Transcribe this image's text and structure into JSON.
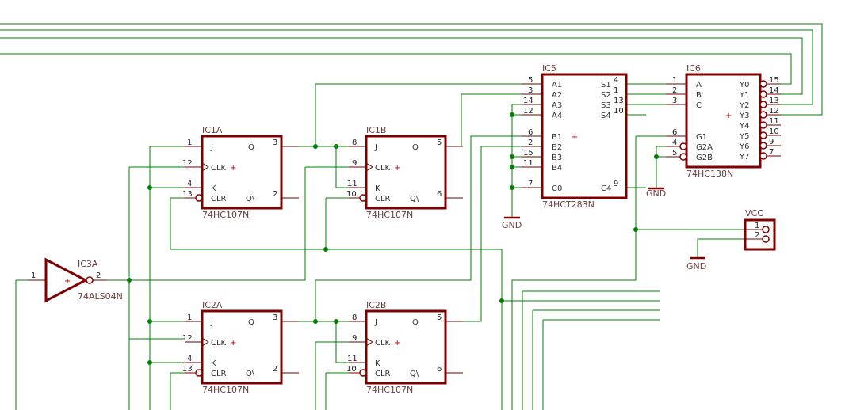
{
  "colors": {
    "wire": "#008000",
    "component": "#800000",
    "text": "#333333"
  },
  "chips": {
    "ic1a": {
      "name": "IC1A",
      "value": "74HC107N",
      "pins": [
        "J",
        "CLK",
        "K",
        "CLR",
        "Q",
        "Q\\"
      ],
      "pin_numbers": [
        "1",
        "12",
        "4",
        "13",
        "3",
        "2"
      ]
    },
    "ic1b": {
      "name": "IC1B",
      "value": "74HC107N",
      "pins": [
        "J",
        "CLK",
        "K",
        "CLR",
        "Q",
        "Q\\"
      ],
      "pin_numbers": [
        "8",
        "9",
        "11",
        "10",
        "5",
        "6"
      ]
    },
    "ic2a": {
      "name": "IC2A",
      "value": "74HC107N",
      "pins": [
        "J",
        "CLK",
        "K",
        "CLR",
        "Q",
        "Q\\"
      ],
      "pin_numbers": [
        "1",
        "12",
        "4",
        "13",
        "3",
        "2"
      ]
    },
    "ic2b": {
      "name": "IC2B",
      "value": "74HC107N",
      "pins": [
        "J",
        "CLK",
        "K",
        "CLR",
        "Q",
        "Q\\"
      ],
      "pin_numbers": [
        "8",
        "9",
        "11",
        "10",
        "5",
        "6"
      ]
    },
    "ic3a": {
      "name": "IC3A",
      "value": "74ALS04N",
      "pin_numbers": [
        "1",
        "2"
      ]
    },
    "ic5": {
      "name": "IC5",
      "value": "74HCT283N",
      "left_pins": [
        "A1",
        "A2",
        "A3",
        "A4",
        "B1",
        "B2",
        "B3",
        "B4",
        "C0"
      ],
      "left_numbers": [
        "5",
        "3",
        "14",
        "12",
        "6",
        "2",
        "15",
        "11",
        "7"
      ],
      "right_pins": [
        "S1",
        "S2",
        "S3",
        "S4",
        "C4"
      ],
      "right_numbers": [
        "4",
        "1",
        "13",
        "10",
        "9"
      ]
    },
    "ic6": {
      "name": "IC6",
      "value": "74HC138N",
      "left_pins": [
        "A",
        "B",
        "C",
        "G1",
        "G2A",
        "G2B"
      ],
      "left_numbers": [
        "1",
        "2",
        "3",
        "6",
        "4",
        "5"
      ],
      "right_pins": [
        "Y0",
        "Y1",
        "Y2",
        "Y3",
        "Y4",
        "Y5",
        "Y6",
        "Y7"
      ],
      "right_numbers": [
        "15",
        "14",
        "13",
        "12",
        "11",
        "10",
        "9",
        "7"
      ]
    },
    "vcc": {
      "name": "VCC",
      "pin_numbers": [
        "1",
        "2"
      ]
    }
  },
  "ground_labels": [
    "GND",
    "GND",
    "GND"
  ]
}
